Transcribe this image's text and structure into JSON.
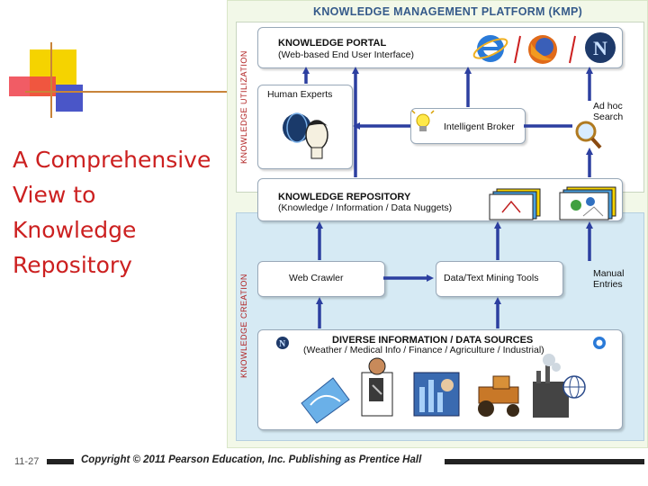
{
  "slide": {
    "title": "A Comprehensive View to Knowledge Repository",
    "number": "11-27",
    "copyright": "Copyright © 2011 Pearson Education, Inc. Publishing as Prentice Hall"
  },
  "diagram": {
    "platform_title": "KNOWLEDGE MANAGEMENT PLATFORM (KMP)",
    "utilization_label": "KNOWLEDGE UTILIZATION",
    "creation_label": "KNOWLEDGE CREATION",
    "portal": {
      "title": "KNOWLEDGE PORTAL",
      "subtitle": "(Web-based End User Interface)"
    },
    "experts": {
      "label": "Human Experts"
    },
    "broker": {
      "label": "Intelligent Broker"
    },
    "adhoc": {
      "line1": "Ad hoc",
      "line2": "Search"
    },
    "repository": {
      "title": "KNOWLEDGE REPOSITORY",
      "subtitle": "(Knowledge / Information / Data Nuggets)"
    },
    "crawler": {
      "label": "Web Crawler"
    },
    "mining": {
      "label": "Data/Text Mining Tools"
    },
    "manual": {
      "line1": "Manual",
      "line2": "Entries"
    },
    "sources": {
      "title": "DIVERSE INFORMATION / DATA SOURCES",
      "subtitle": "(Weather / Medical Info / Finance / Agriculture / Industrial)"
    },
    "icons": [
      "internet-explorer-icon",
      "firefox-icon",
      "netscape-icon",
      "magnifier-icon",
      "lightbulb-icon",
      "expert-clipart",
      "doctor-clipart",
      "finance-clipart",
      "tractor-clipart",
      "factory-clipart",
      "globe-clipart"
    ]
  },
  "colors": {
    "title_red": "#cc2020",
    "arrow_blue": "#2c3fa0",
    "platform_title": "#355a8a",
    "accent_yellow": "#f5d300",
    "accent_blue": "#4a56c8"
  }
}
